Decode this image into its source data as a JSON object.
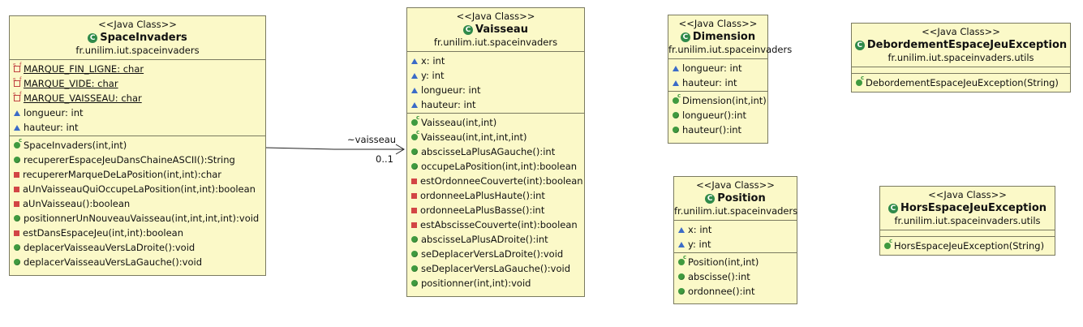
{
  "classes": {
    "spaceinvaders": {
      "stereotype": "<<Java Class>>",
      "name": "SpaceInvaders",
      "package": "fr.unilim.iut.spaceinvaders",
      "fields": [
        {
          "text": "MARQUE_FIN_LIGNE: char",
          "icon": "static-final-icon"
        },
        {
          "text": "MARQUE_VIDE: char",
          "icon": "static-final-icon"
        },
        {
          "text": "MARQUE_VAISSEAU: char",
          "icon": "static-final-icon"
        },
        {
          "text": "longueur: int",
          "icon": "package-visibility-icon"
        },
        {
          "text": "hauteur: int",
          "icon": "package-visibility-icon"
        }
      ],
      "methods": [
        {
          "text": "SpaceInvaders(int,int)",
          "icon": "constructor-icon"
        },
        {
          "text": "recupererEspaceJeuDansChaineASCII():String",
          "icon": "public-method-icon"
        },
        {
          "text": "recupererMarqueDeLaPosition(int,int):char",
          "icon": "private-method-icon"
        },
        {
          "text": "aUnVaisseauQuiOccupeLaPosition(int,int):boolean",
          "icon": "private-method-icon"
        },
        {
          "text": "aUnVaisseau():boolean",
          "icon": "private-method-icon"
        },
        {
          "text": "positionnerUnNouveauVaisseau(int,int,int,int):void",
          "icon": "public-method-icon"
        },
        {
          "text": "estDansEspaceJeu(int,int):boolean",
          "icon": "private-method-icon"
        },
        {
          "text": "deplacerVaisseauVersLaDroite():void",
          "icon": "public-method-icon"
        },
        {
          "text": "deplacerVaisseauVersLaGauche():void",
          "icon": "public-method-icon"
        }
      ]
    },
    "vaisseau": {
      "stereotype": "<<Java Class>>",
      "name": "Vaisseau",
      "package": "fr.unilim.iut.spaceinvaders",
      "fields": [
        {
          "text": "x: int",
          "icon": "package-visibility-icon"
        },
        {
          "text": "y: int",
          "icon": "package-visibility-icon"
        },
        {
          "text": "longueur: int",
          "icon": "package-visibility-icon"
        },
        {
          "text": "hauteur: int",
          "icon": "package-visibility-icon"
        }
      ],
      "methods": [
        {
          "text": "Vaisseau(int,int)",
          "icon": "constructor-icon"
        },
        {
          "text": "Vaisseau(int,int,int,int)",
          "icon": "constructor-icon"
        },
        {
          "text": "abscisseLaPlusAGauche():int",
          "icon": "public-method-icon"
        },
        {
          "text": "occupeLaPosition(int,int):boolean",
          "icon": "public-method-icon"
        },
        {
          "text": "estOrdonneeCouverte(int):boolean",
          "icon": "private-method-icon"
        },
        {
          "text": "ordonneeLaPlusHaute():int",
          "icon": "private-method-icon"
        },
        {
          "text": "ordonneeLaPlusBasse():int",
          "icon": "private-method-icon"
        },
        {
          "text": "estAbscisseCouverte(int):boolean",
          "icon": "private-method-icon"
        },
        {
          "text": "abscisseLaPlusADroite():int",
          "icon": "public-method-icon"
        },
        {
          "text": "seDeplacerVersLaDroite():void",
          "icon": "public-method-icon"
        },
        {
          "text": "seDeplacerVersLaGauche():void",
          "icon": "public-method-icon"
        },
        {
          "text": "positionner(int,int):void",
          "icon": "public-method-icon"
        }
      ]
    },
    "dimension": {
      "stereotype": "<<Java Class>>",
      "name": "Dimension",
      "package": "fr.unilim.iut.spaceinvaders",
      "fields": [
        {
          "text": "longueur: int",
          "icon": "package-visibility-icon"
        },
        {
          "text": "hauteur: int",
          "icon": "package-visibility-icon"
        }
      ],
      "methods": [
        {
          "text": "Dimension(int,int)",
          "icon": "constructor-icon"
        },
        {
          "text": "longueur():int",
          "icon": "public-method-icon"
        },
        {
          "text": "hauteur():int",
          "icon": "public-method-icon"
        }
      ]
    },
    "position": {
      "stereotype": "<<Java Class>>",
      "name": "Position",
      "package": "fr.unilim.iut.spaceinvaders",
      "fields": [
        {
          "text": "x: int",
          "icon": "package-visibility-icon"
        },
        {
          "text": "y: int",
          "icon": "package-visibility-icon"
        }
      ],
      "methods": [
        {
          "text": "Position(int,int)",
          "icon": "constructor-icon"
        },
        {
          "text": "abscisse():int",
          "icon": "public-method-icon"
        },
        {
          "text": "ordonnee():int",
          "icon": "public-method-icon"
        }
      ]
    },
    "debordement": {
      "stereotype": "<<Java Class>>",
      "name": "DebordementEspaceJeuException",
      "package": "fr.unilim.iut.spaceinvaders.utils",
      "fields": [],
      "methods": [
        {
          "text": "DebordementEspaceJeuException(String)",
          "icon": "constructor-icon"
        }
      ]
    },
    "horsespace": {
      "stereotype": "<<Java Class>>",
      "name": "HorsEspaceJeuException",
      "package": "fr.unilim.iut.spaceinvaders.utils",
      "fields": [],
      "methods": [
        {
          "text": "HorsEspaceJeuException(String)",
          "icon": "constructor-icon"
        }
      ]
    }
  },
  "association": {
    "role": "~vaisseau",
    "multiplicity": "0..1"
  },
  "colors": {
    "class_fill": "#fbf9c8",
    "class_border": "#7a7a60",
    "public": "#3f9a3f",
    "private": "#d24545",
    "package": "#3b6bc7"
  }
}
